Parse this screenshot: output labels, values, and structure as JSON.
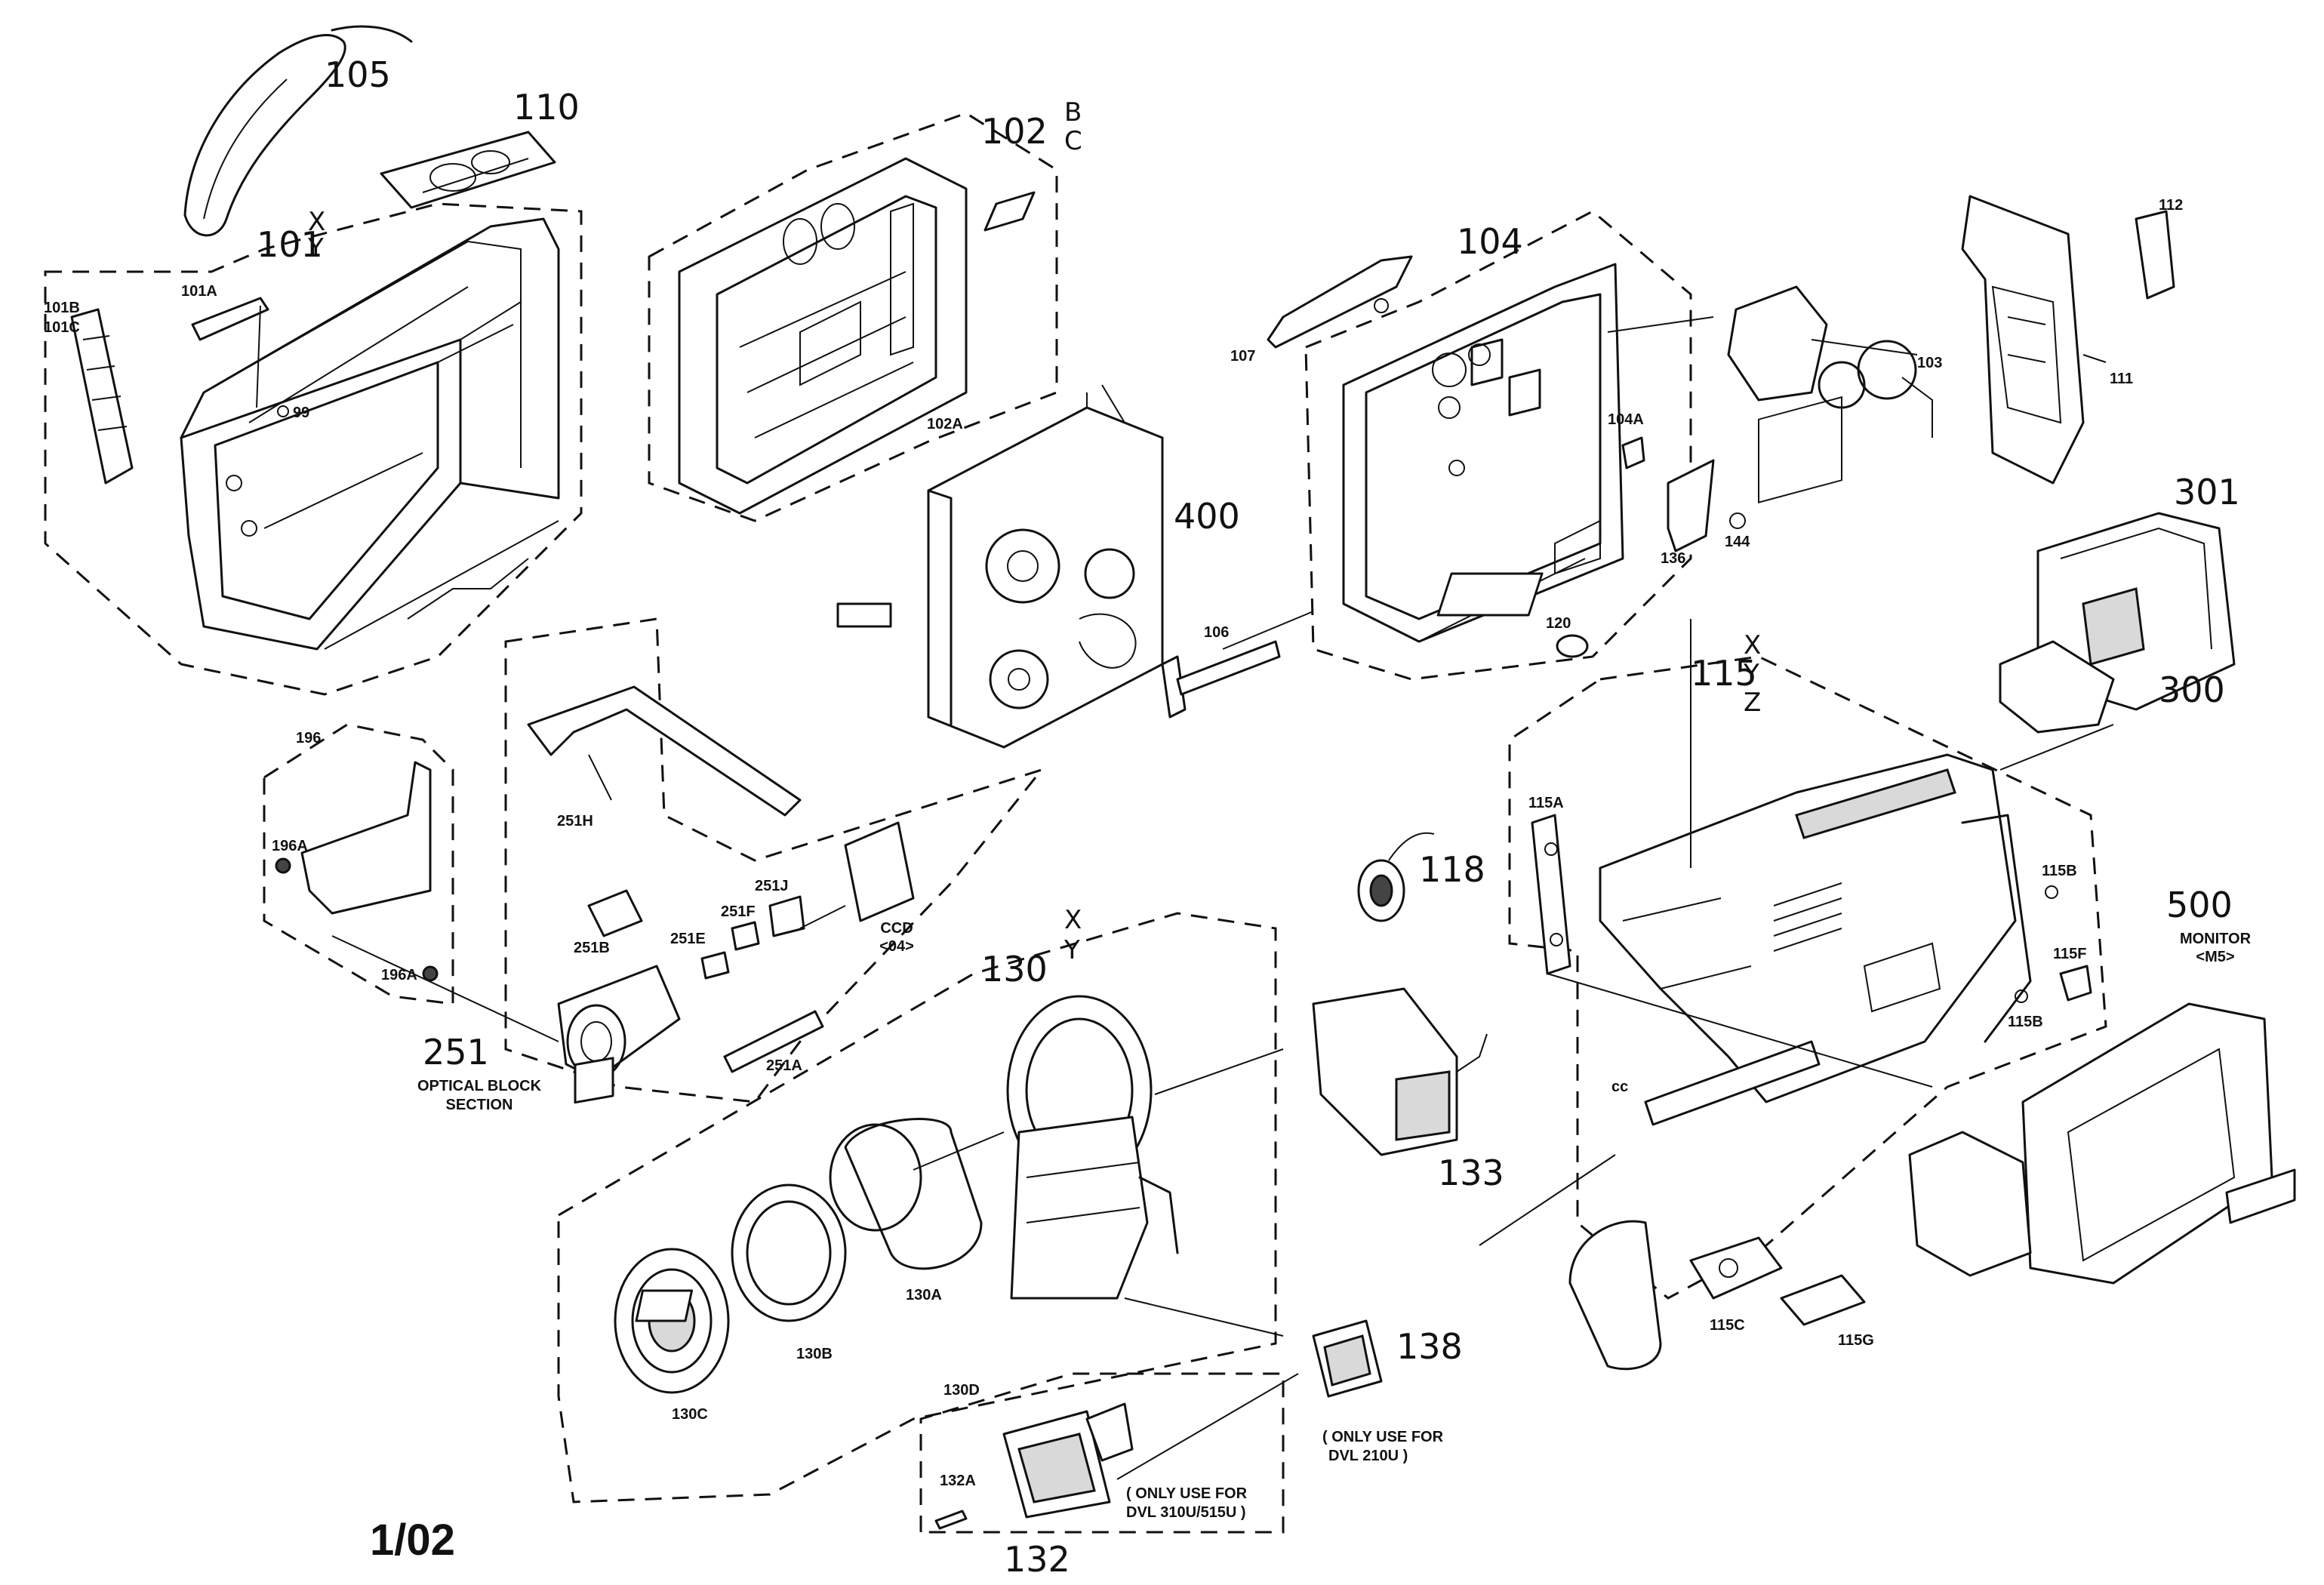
{
  "labels": {
    "p105": "105",
    "p110": "110",
    "p101": "101",
    "p101_x": "X",
    "p101_y": "Y",
    "p101b": "101B",
    "p101c": "101C",
    "p101a": "101A",
    "p99": "99",
    "p102": "102",
    "p102_b": "B",
    "p102_c": "C",
    "p102a": "102A",
    "p400": "400",
    "p104": "104",
    "p107": "107",
    "p104a": "104A",
    "p144": "144",
    "p136": "136",
    "p106": "106",
    "p103": "103",
    "p112": "112",
    "p111": "111",
    "p301": "301",
    "p300": "300",
    "p120": "120",
    "p115": "115",
    "p115_x": "X",
    "p115_y": "Y",
    "p115_z": "Z",
    "p115a": "115A",
    "p115b_top": "115B",
    "p115b_bottom": "115B",
    "p115f": "115F",
    "p115c": "115C",
    "p115g": "115G",
    "p118": "118",
    "p500": "500",
    "monitor": "MONITOR",
    "monitor_code": "<M5>",
    "p196": "196",
    "p196a_top": "196A",
    "p196a_bottom": "196A",
    "p251h": "251H",
    "p251j": "251J",
    "p251f": "251F",
    "p251e": "251E",
    "p251b": "251B",
    "p251a": "251A",
    "ccd": "CCD",
    "ccd_code": "<04>",
    "p251": "251",
    "optical_block_1": "OPTICAL BLOCK",
    "optical_block_2": "SECTION",
    "p130": "130",
    "p130_x": "X",
    "p130_y": "Y",
    "p130a": "130A",
    "p130b": "130B",
    "p130c": "130C",
    "p130d": "130D",
    "p133": "133",
    "p138": "138",
    "only_use_dvl210_1": "( ONLY USE FOR",
    "only_use_dvl210_2": "DVL 210U )",
    "p132": "132",
    "p132a": "132A",
    "only_use_dvl310_1": "( ONLY USE FOR",
    "only_use_dvl310_2": "DVL 310U/515U )",
    "p_cc": "cc",
    "page_number": "1/02"
  }
}
